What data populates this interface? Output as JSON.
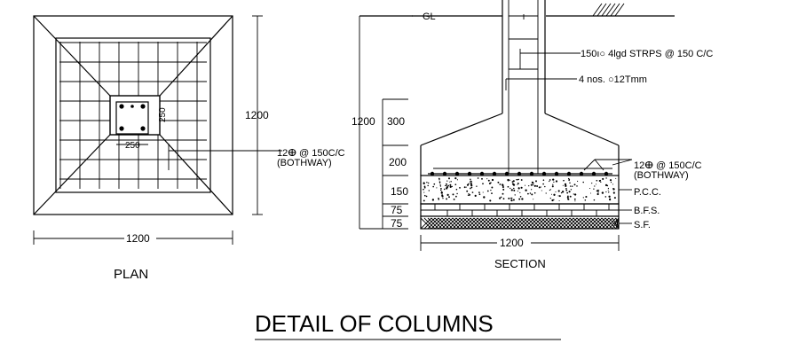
{
  "plan": {
    "label": "PLAN",
    "dim_width": "1200",
    "dim_height": "1200",
    "col_width": "250",
    "col_height": "250"
  },
  "section": {
    "label": "SECTION",
    "ground_label": "GL",
    "stirrups_note": "150ı○  4lgd STRPS @ 150 C/C",
    "bars_note": "4 nos. ○12Tmm",
    "rebar_note": "12ⴲ   @ 150C/C",
    "rebar_note_sub": "(BOTHWAY)",
    "plan_rebar_note": "12ⴲ   @ 150C/C",
    "plan_rebar_note_sub": "(BOTHWAY)",
    "pcc": "P.C.C.",
    "bfs": "B.F.S.",
    "sf": "S.F.",
    "dim_total": "1200",
    "dim_300": "300",
    "dim_200": "200",
    "dim_150": "150",
    "dim_75a": "75",
    "dim_75b": "75",
    "dim_width": "1200"
  },
  "title": "DETAIL  OF  COLUMNS"
}
